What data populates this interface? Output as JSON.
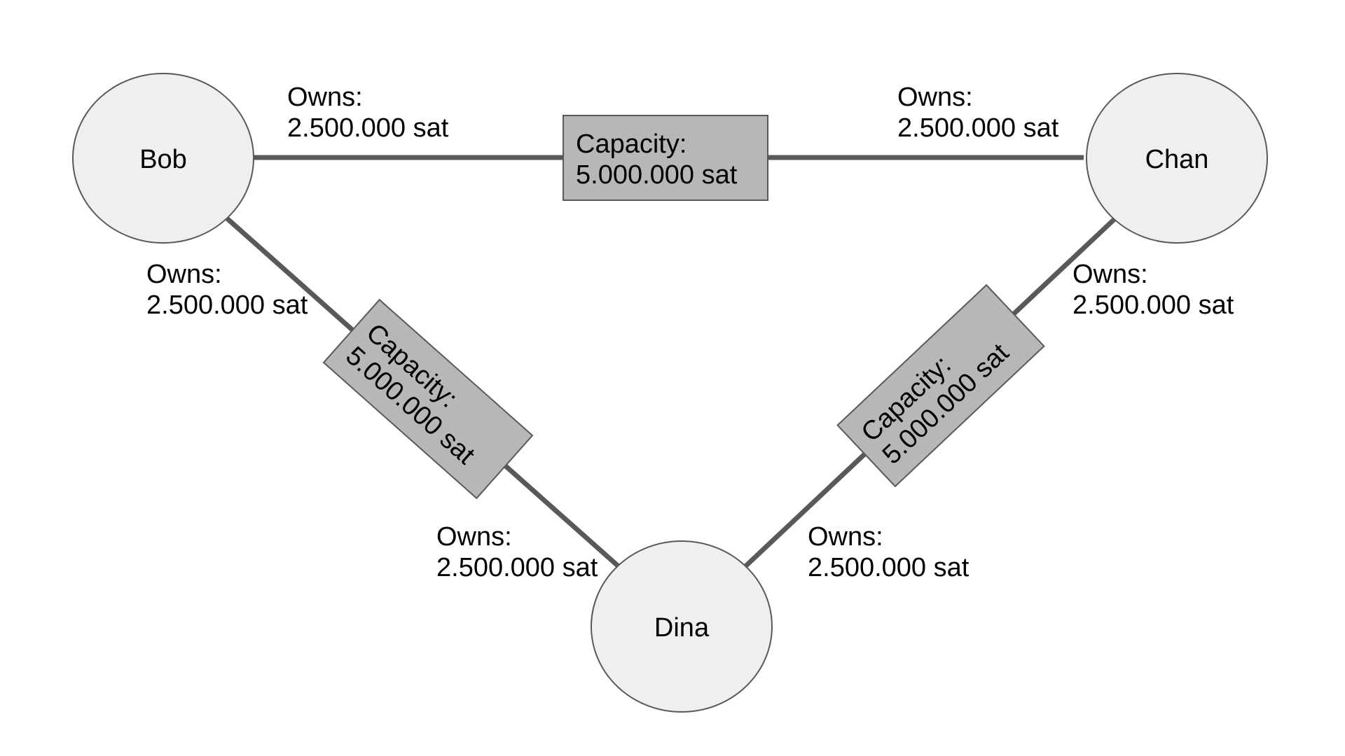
{
  "colors": {
    "background": "#ffffff",
    "node_fill": "#efefef",
    "node_stroke": "#595959",
    "channel_line": "#595959",
    "capacity_fill": "#b7b7b7",
    "capacity_stroke": "#595959",
    "text": "#000000"
  },
  "nodes": {
    "bob": {
      "name": "Bob"
    },
    "chan": {
      "name": "Chan"
    },
    "dina": {
      "name": "Dina"
    }
  },
  "channels": {
    "bob_chan": {
      "capacity_label": "Capacity:",
      "capacity_value": "5.000.000 sat",
      "bob_owns_label": "Owns:",
      "bob_owns_value": "2.500.000 sat",
      "chan_owns_label": "Owns:",
      "chan_owns_value": "2.500.000 sat"
    },
    "bob_dina": {
      "capacity_label": "Capacity:",
      "capacity_value": "5.000.000 sat",
      "bob_owns_label": "Owns:",
      "bob_owns_value": "2.500.000 sat",
      "dina_owns_label": "Owns:",
      "dina_owns_value": "2.500.000 sat"
    },
    "chan_dina": {
      "capacity_label": "Capacity:",
      "capacity_value": "5.000.000 sat",
      "chan_owns_label": "Owns:",
      "chan_owns_value": "2.500.000 sat",
      "dina_owns_label": "Owns:",
      "dina_owns_value": "2.500.000 sat"
    }
  }
}
